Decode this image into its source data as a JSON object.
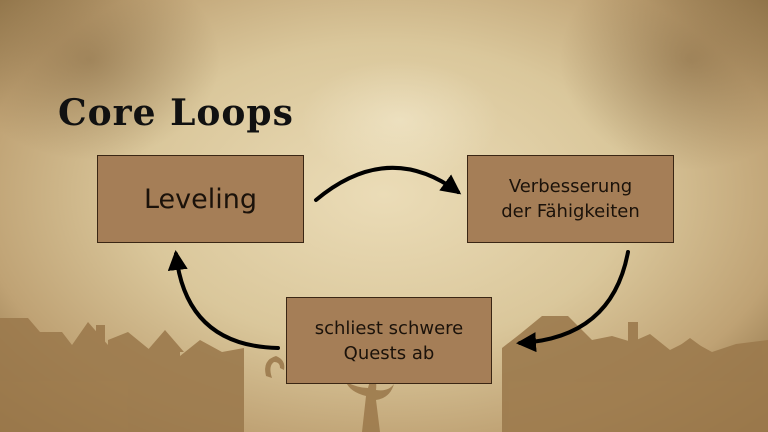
{
  "slide": {
    "title": "Core Loops",
    "nodes": [
      {
        "id": "leveling",
        "label": "Leveling"
      },
      {
        "id": "verbesserung",
        "label_lines": [
          "Verbesserung",
          "der Fähigkeiten"
        ]
      },
      {
        "id": "quests",
        "label_lines": [
          "schliest schwere",
          "Quests ab"
        ]
      }
    ],
    "edges": [
      {
        "from": "leveling",
        "to": "verbesserung"
      },
      {
        "from": "verbesserung",
        "to": "quests"
      },
      {
        "from": "quests",
        "to": "leveling"
      }
    ]
  },
  "colors": {
    "box_fill": "#a57e57",
    "box_border": "#3a2614",
    "arrow": "#000000",
    "silhouette": "#9c7a4d",
    "title": "#111111"
  }
}
